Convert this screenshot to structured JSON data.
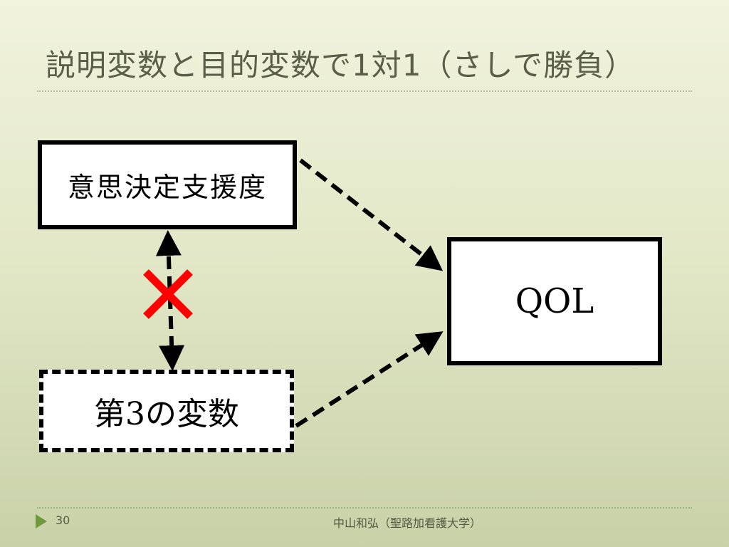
{
  "slide": {
    "title": "説明変数と目的変数で1対1（さしで勝負）",
    "page_number": "30",
    "footer": "中山和弘（聖路加看護大学）"
  },
  "diagram": {
    "decision_support_label": "意思決定支援度",
    "qol_label": "QOL",
    "third_variable_label": "第3の変数",
    "cross_mark_color": "#ff0000",
    "arrow_color": "#000000"
  }
}
